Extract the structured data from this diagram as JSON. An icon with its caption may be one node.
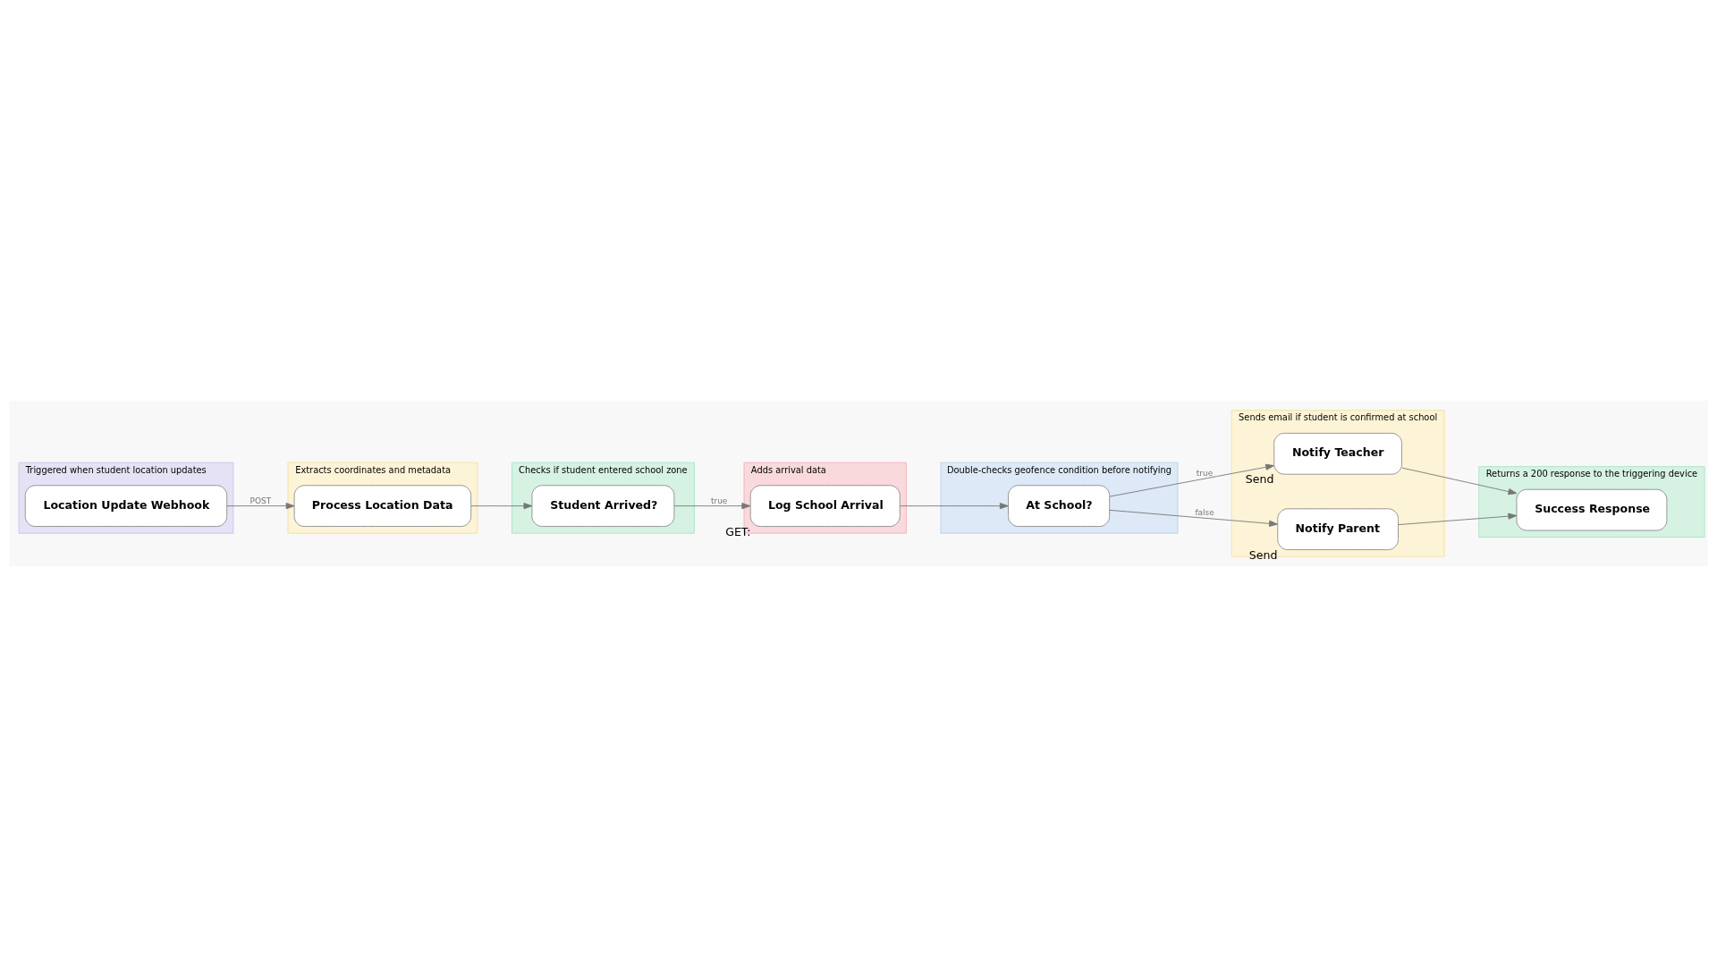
{
  "diagram": {
    "nodes": [
      {
        "text": [
          "Triggered when student location updates"
        ]
      },
      {
        "text": [
          "Location Update Webhook"
        ],
        "in": 0
      },
      {
        "text": [
          "Extracts coordinates and metadata"
        ]
      },
      {
        "text": [
          "Process Location Data"
        ],
        "in": 2
      },
      {
        "text": [
          "Checks if student entered school zone"
        ]
      },
      {
        "text": [
          "Student Arrived?"
        ],
        "in": 4
      },
      {
        "text": [
          "Adds arrival data"
        ]
      },
      {
        "text": [
          "Log School Arrival"
        ],
        "in": 6,
        "beside": [
          "GET:"
        ]
      },
      {
        "text": [
          "Double-checks geofence condition before notifying"
        ]
      },
      {
        "text": [
          "At School?"
        ],
        "in": 8
      },
      {
        "text": [
          "Sends email if student is confirmed at school"
        ]
      },
      {
        "text": [
          "Notify Teacher"
        ],
        "in": 10,
        "beside": [
          "Send"
        ]
      },
      {
        "text": [
          "Notify Parent"
        ],
        "in": 10,
        "beside": [
          "Send"
        ]
      },
      {
        "text": [
          "Returns a 200 response to the triggering device"
        ]
      },
      {
        "text": [
          "Success Response"
        ],
        "in": 13
      }
    ],
    "edges": [
      {
        "from": 1,
        "to": 3,
        "arrow": "to",
        "label": "POST"
      },
      {
        "from": 3,
        "to": 5,
        "arrow": "to"
      },
      {
        "from": 5,
        "to": 7,
        "arrow": "to",
        "label": "true"
      },
      {
        "from": 7,
        "to": 9,
        "arrow": "to"
      },
      {
        "from": 9,
        "to": 11,
        "arrow": "to",
        "label": "true"
      },
      {
        "from": 9,
        "to": 12,
        "arrow": "to",
        "label": "false"
      },
      {
        "from": 11,
        "to": 14,
        "arrow": "to"
      },
      {
        "from": 12,
        "to": 14,
        "arrow": "to"
      }
    ]
  }
}
